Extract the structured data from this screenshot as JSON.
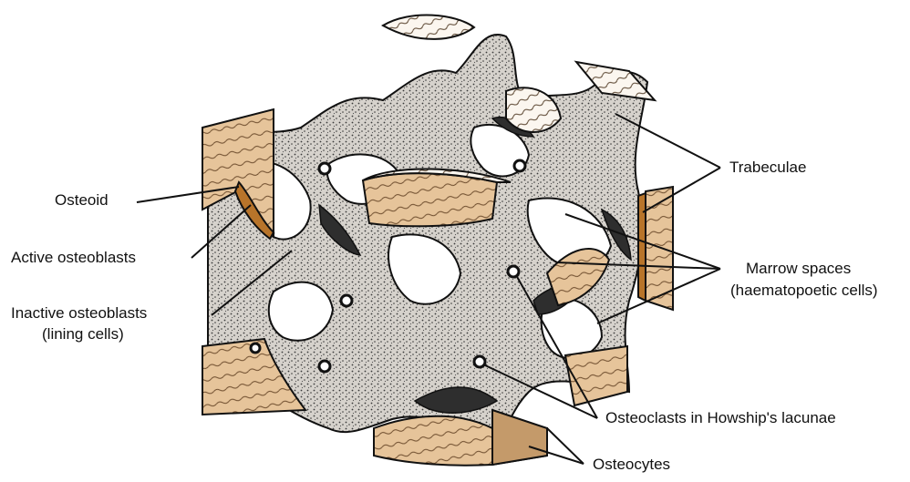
{
  "labels": {
    "osteoid": "Osteoid",
    "active_osteoblasts": "Active osteoblasts",
    "inactive_osteoblasts": "Inactive osteoblasts",
    "lining_cells": "(lining cells)",
    "trabeculae": "Trabeculae",
    "marrow_spaces": "Marrow spaces",
    "haematopoetic_cells": "(haematopoetic cells)",
    "osteoclasts": "Osteoclasts in Howship's lacunae",
    "osteocytes": "Osteocytes"
  },
  "colors": {
    "bone_surface": "#d8d4cf",
    "bone_stipple": "#3a3a3a",
    "cut_face": "#e6c49a",
    "osteoid": "#b8742a",
    "dark_cells": "#2e2e2e",
    "outline": "#111111"
  }
}
